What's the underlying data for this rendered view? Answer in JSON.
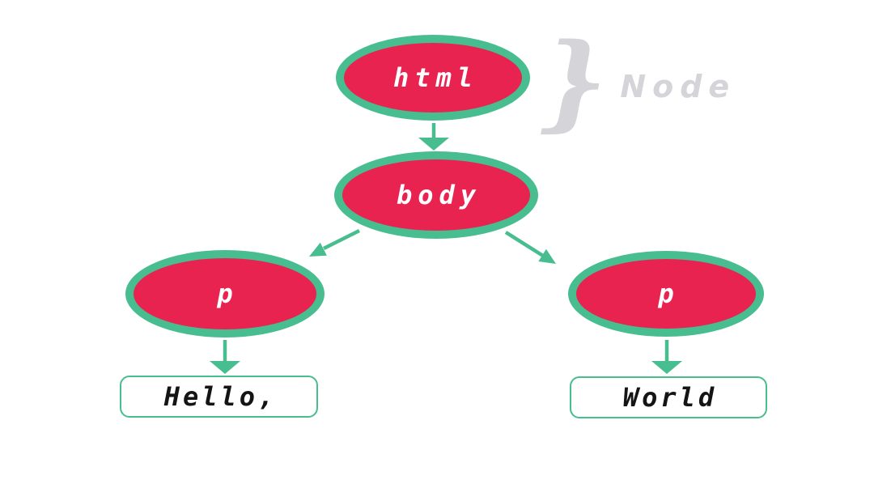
{
  "diagram": {
    "title_context": "DOM tree of an HTML document",
    "colors": {
      "background": "#ffffff",
      "node_fill": "#e8234f",
      "node_border": "#48bd8f",
      "node_text": "#ffffff",
      "arrow": "#48bd8f",
      "text_box_border": "#48bd8f",
      "text_box_text": "#141414",
      "annotation": "#d5d5d9"
    },
    "nodes": {
      "html": {
        "label": "html"
      },
      "body": {
        "label": "body"
      },
      "p_left": {
        "label": "p"
      },
      "p_right": {
        "label": "p"
      }
    },
    "text_nodes": {
      "hello": {
        "label": "Hello,"
      },
      "world": {
        "label": "World"
      }
    },
    "annotation": {
      "brace": "}",
      "label": "Node"
    },
    "edges": [
      {
        "from": "html",
        "to": "body"
      },
      {
        "from": "body",
        "to": "p_left"
      },
      {
        "from": "body",
        "to": "p_right"
      },
      {
        "from": "p_left",
        "to": "hello"
      },
      {
        "from": "p_right",
        "to": "world"
      }
    ]
  }
}
